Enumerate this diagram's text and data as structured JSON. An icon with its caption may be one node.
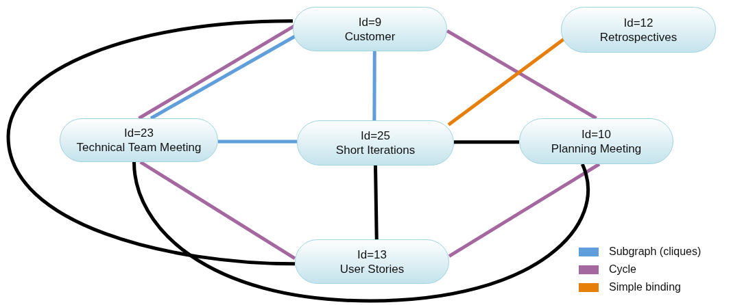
{
  "diagram": {
    "nodes": [
      {
        "text": [
          "Id=9",
          "Customer"
        ]
      },
      {
        "text": [
          "Id=12",
          "Retrospectives"
        ]
      },
      {
        "text": [
          "Id=23",
          "Technical Team Meeting"
        ]
      },
      {
        "text": [
          "Id=25",
          "Short Iterations"
        ]
      },
      {
        "text": [
          "Id=10",
          "Planning Meeting"
        ]
      },
      {
        "text": [
          "Id=13",
          "User Stories"
        ]
      }
    ],
    "edges": [
      {
        "from": 0,
        "to": 2,
        "arrow": "none",
        "color": "#a5679f"
      },
      {
        "from": 0,
        "to": 2,
        "arrow": "none",
        "color": "#5f9edb"
      },
      {
        "from": 0,
        "to": 3,
        "arrow": "none",
        "color": "#5f9edb"
      },
      {
        "from": 0,
        "to": 4,
        "arrow": "none",
        "color": "#a5679f"
      },
      {
        "from": 1,
        "to": 3,
        "arrow": "none",
        "color": "#e67e0a"
      },
      {
        "from": 2,
        "to": 3,
        "arrow": "none",
        "color": "#5f9edb"
      },
      {
        "from": 3,
        "to": 4,
        "arrow": "none",
        "color": "#000000"
      },
      {
        "from": 3,
        "to": 5,
        "arrow": "none",
        "color": "#000000"
      },
      {
        "from": 2,
        "to": 5,
        "arrow": "none",
        "color": "#a5679f"
      },
      {
        "from": 4,
        "to": 5,
        "arrow": "none",
        "color": "#a5679f"
      },
      {
        "from": 0,
        "to": 5,
        "arrow": "none",
        "color": "#000000"
      },
      {
        "from": 2,
        "to": 4,
        "arrow": "none",
        "color": "#000000"
      }
    ],
    "legend": [
      {
        "text": "Subgraph (cliques)",
        "color": "#5f9edb"
      },
      {
        "text": "Cycle",
        "color": "#a5679f"
      },
      {
        "text": "Simple binding",
        "color": "#e67e0a"
      }
    ]
  }
}
